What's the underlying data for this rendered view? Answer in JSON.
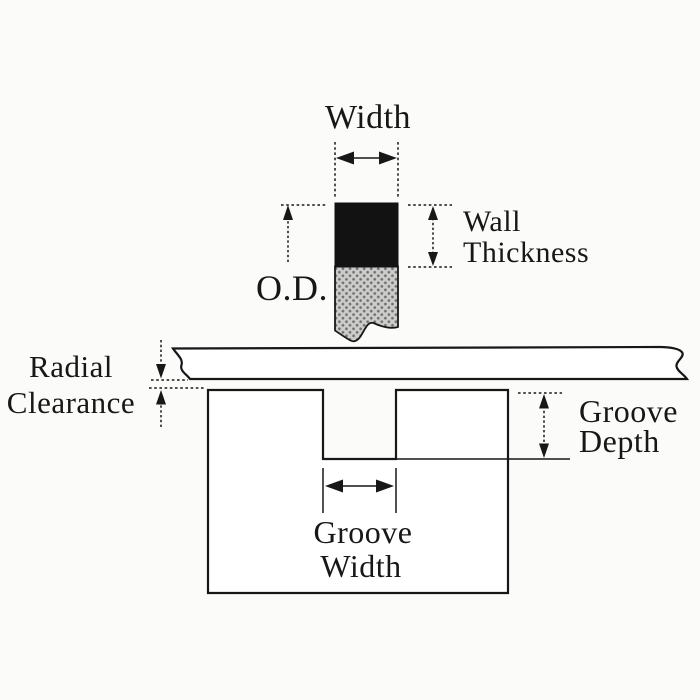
{
  "colors": {
    "paper": "#fbfbfa",
    "ink": "#171717",
    "seal": "#121212",
    "halftone-base": "#cccccb",
    "halftone-dot": "#6f6f6f"
  },
  "labels": {
    "width": "Width",
    "wall_thickness": [
      "Wall",
      "Thickness"
    ],
    "od": "O.D.",
    "radial_clearance": [
      "Radial",
      "Clearance"
    ],
    "groove_depth": [
      "Groove",
      "Depth"
    ],
    "groove_width": [
      "Groove",
      "Width"
    ]
  }
}
